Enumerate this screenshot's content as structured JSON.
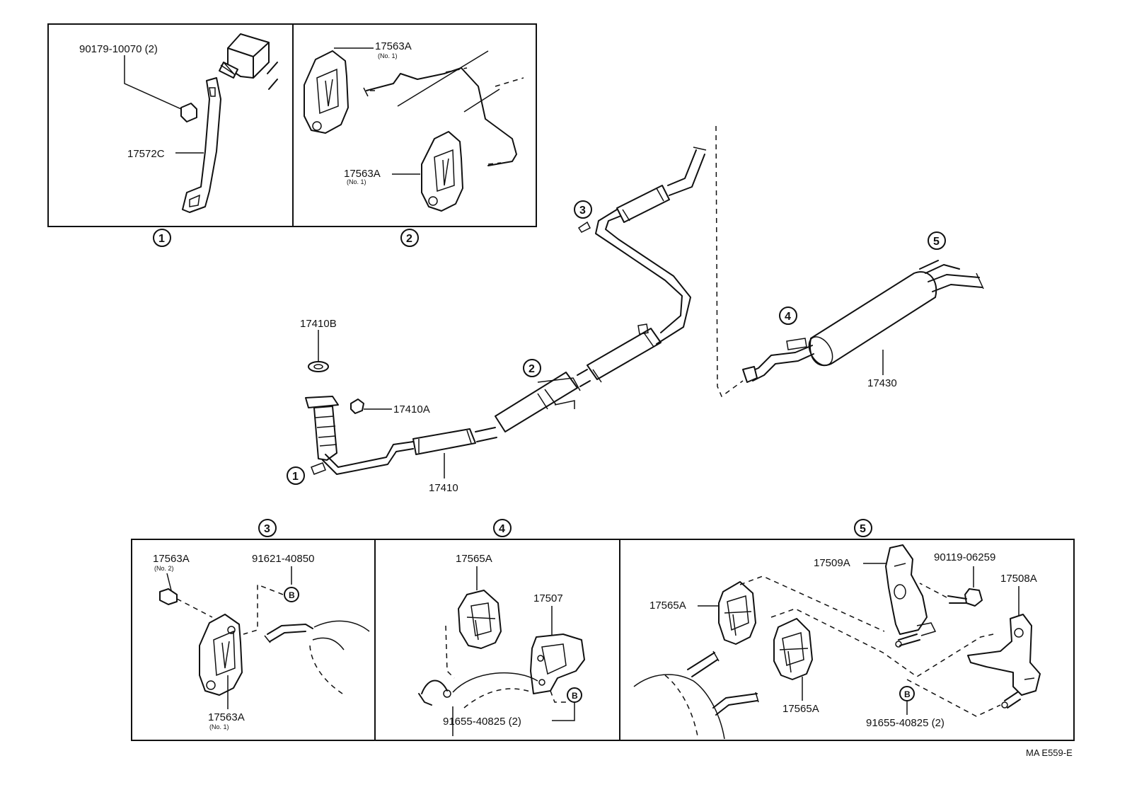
{
  "callouts": {
    "c1": "1",
    "c2": "2",
    "c3": "3",
    "c4": "4",
    "c5": "5",
    "b": "B"
  },
  "part_labels": {
    "bolt_90179": "90179-10070 (2)",
    "bracket_17572c": "17572C",
    "hanger_17563a": "17563A",
    "no1": "(No. 1)",
    "no2": "(No. 2)",
    "gasket_17410b": "17410B",
    "nut_17410a": "17410A",
    "pipe_17410": "17410",
    "muffler_17430": "17430",
    "bolt_91621": "91621-40850",
    "hanger_17565a": "17565A",
    "bracket_17507": "17507",
    "bolt_91655": "91655-40825 (2)",
    "bracket_17509a": "17509A",
    "bolt_90119": "90119-06259",
    "bracket_17508a": "17508A"
  },
  "drawing_code": "MA E559-E"
}
